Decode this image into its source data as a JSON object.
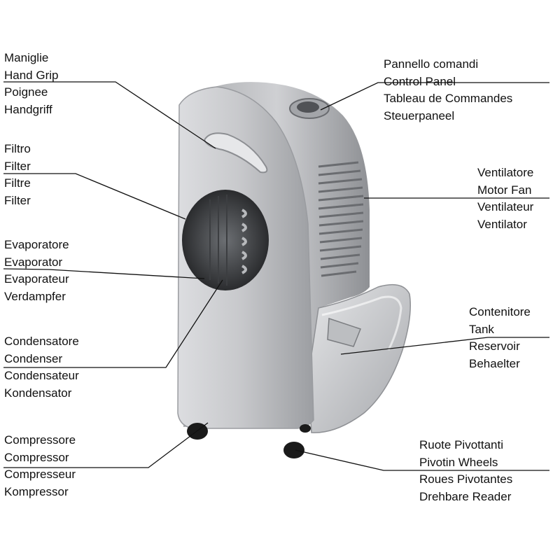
{
  "labels": {
    "handgrip": [
      "Maniglie",
      "Hand Grip",
      "Poignee",
      "Handgriff"
    ],
    "filter": [
      "Filtro",
      "Filter",
      "Filtre",
      "Filter"
    ],
    "evaporator": [
      "Evaporatore",
      "Evaporator",
      "Evaporateur",
      "Verdampfer"
    ],
    "condenser": [
      "Condensatore",
      "Condenser",
      "Condensateur",
      "Kondensator"
    ],
    "compressor": [
      "Compressore",
      "Compressor",
      "Compresseur",
      "Kompressor"
    ],
    "control_panel": [
      "Pannello comandi",
      "Control Panel",
      "Tableau de Commandes",
      "Steuerpaneel"
    ],
    "motor_fan": [
      "Ventilatore",
      "Motor Fan",
      "Ventilateur",
      "Ventilator"
    ],
    "tank": [
      "Contenitore",
      "Tank",
      "Reservoir",
      "Behaelter"
    ],
    "wheels": [
      "Ruote Pivottanti",
      "Pivotin Wheels",
      "Roues Pivotantes",
      "Drehbare Reader"
    ]
  },
  "colors": {
    "body_silver": "#bfc1c4",
    "body_dark": "#8d8f93",
    "leader_line": "#111111"
  }
}
